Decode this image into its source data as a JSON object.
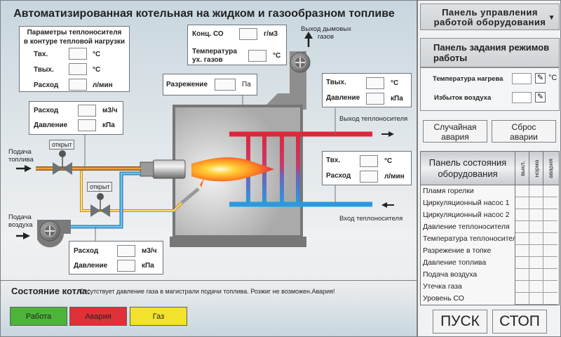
{
  "title": "Автоматизированная котельная на жидком и газообразном топливе",
  "heat_load_box": {
    "title_line1": "Параметры теплоносителя",
    "title_line2": "в контуре тепловой нагрузки",
    "rows": [
      {
        "label": "Твх.",
        "value": "",
        "unit": "°C"
      },
      {
        "label": "Твых.",
        "value": "",
        "unit": "°C"
      },
      {
        "label": "Расход",
        "value": "",
        "unit": "л/мин"
      }
    ]
  },
  "flue_box": {
    "co_label": "Конц. СО",
    "co_value": "",
    "co_unit": "г/м3",
    "temp_label_line1": "Температура",
    "temp_label_line2": "ух. газов",
    "temp_value": "",
    "temp_unit": "°C"
  },
  "flue_exit_label_line1": "Выход дымовых",
  "flue_exit_label_line2": "газов",
  "draft_box": {
    "label": "Разрежение",
    "value": "",
    "unit": "Па"
  },
  "outlet_box": {
    "rows": [
      {
        "label": "Твых.",
        "value": "",
        "unit": "°C"
      },
      {
        "label": "Давление",
        "value": "",
        "unit": "кПа"
      }
    ]
  },
  "outlet_label": "Выход теплоносителя",
  "inlet_box": {
    "rows": [
      {
        "label": "Твх.",
        "value": "",
        "unit": "°C"
      },
      {
        "label": "Расход",
        "value": "",
        "unit": "л/мин"
      }
    ]
  },
  "inlet_label": "Вход теплоносителя",
  "fuel_box": {
    "rows": [
      {
        "label": "Расход",
        "value": "",
        "unit": "м3/ч"
      },
      {
        "label": "Давление",
        "value": "",
        "unit": "кПа"
      }
    ]
  },
  "fuel_supply_line1": "Подача",
  "fuel_supply_line2": "топлива",
  "air_supply_line1": "Подача",
  "air_supply_line2": "воздуха",
  "valve_main_state": "открыт",
  "valve_ignition_state": "открыт",
  "air_box": {
    "rows": [
      {
        "label": "Расход",
        "value": "",
        "unit": "м3/ч"
      },
      {
        "label": "Давление",
        "value": "",
        "unit": "кПа"
      }
    ]
  },
  "status": {
    "label": "Состояние котла:",
    "message": "Отсутствует давление газа в магистрали подачи топлива. Розжиг не возможен.Авария!",
    "buttons": [
      {
        "label": "Работа",
        "color": "#4cb43a"
      },
      {
        "label": "Авария",
        "color": "#e03038"
      },
      {
        "label": "Газ",
        "color": "#f2e22c"
      }
    ]
  },
  "panel": {
    "control_title_line1": "Панель  управления",
    "control_title_line2": "работой оборудования",
    "mode_title_line1": "Панель задания режимов",
    "mode_title_line2": "работы",
    "heat_temp_label": "Температура нагрева",
    "heat_temp_value": "",
    "heat_temp_unit": "°C",
    "excess_air_label": "Избыток воздуха",
    "excess_air_value": "",
    "random_fault_line1": "Случайная",
    "random_fault_line2": "авария",
    "reset_fault_line1": "Сброс",
    "reset_fault_line2": "аварии",
    "status_table": {
      "title_line1": "Панель состояния",
      "title_line2": "оборудования",
      "columns": [
        "выкл.",
        "норма",
        "авария"
      ],
      "rows": [
        "Пламя горелки",
        "Циркуляционный насос 1",
        "Циркуляционный насос 2",
        "Давление теплоносителя",
        "Температура теплоносителя",
        "Разрежение в топке",
        "Давление топлива",
        "Подача воздуха",
        "Утечка газа",
        "Уровень СО"
      ]
    },
    "start_label": "ПУСК",
    "stop_label": "СТОП"
  }
}
